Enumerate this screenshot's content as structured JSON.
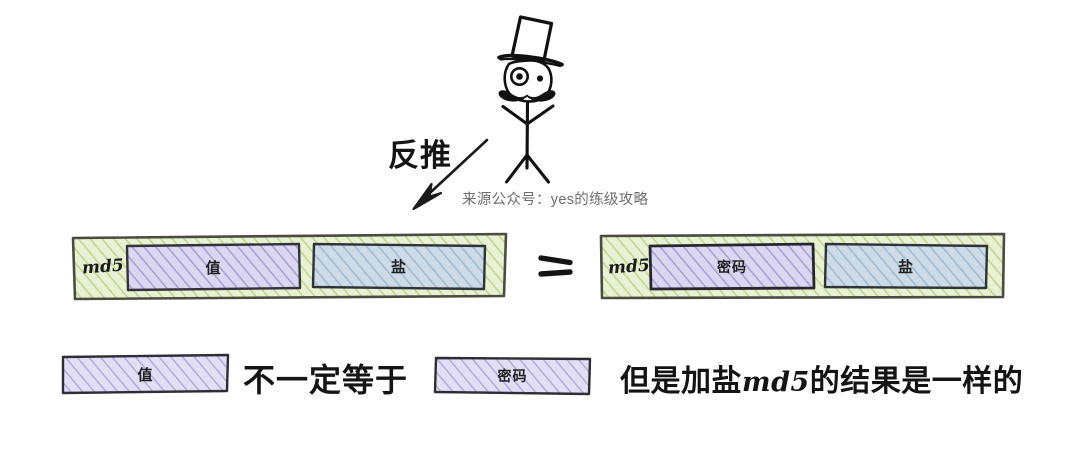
{
  "diagram": {
    "title_text": "反推",
    "source_attribution": "来源公众号：yes的练级攻略",
    "character": {
      "name": "top-hat-stick-figure",
      "accessories": [
        "top-hat",
        "monocle",
        "mustache"
      ]
    },
    "equation_row": {
      "operator": "=",
      "left_group": {
        "hash_label": "md5",
        "segments": [
          {
            "label": "值",
            "kind": "value"
          },
          {
            "label": "盐",
            "kind": "salt"
          }
        ]
      },
      "right_group": {
        "hash_label": "md5",
        "segments": [
          {
            "label": "密码",
            "kind": "password"
          },
          {
            "label": "盐",
            "kind": "salt"
          }
        ]
      }
    },
    "bottom_row": {
      "left_box_label": "值",
      "relation_text": "不一定等于",
      "right_box_label": "密码",
      "conclusion_prefix": "但是加盐",
      "conclusion_md5": "md5",
      "conclusion_suffix": "的结果是一样的"
    },
    "colors": {
      "background": "#ffffff",
      "green_fill": "#e5efcf",
      "green_hatch": "#c3d89a",
      "green_stroke": "#4b4b42",
      "purple_fill": "#d8d3ef",
      "purple_hatch": "#a79ed4",
      "purple_stroke": "#33333c",
      "blue_fill": "#c8d8e4",
      "blue_hatch": "#9fb9cd",
      "blue_stroke": "#2e3338",
      "ink": "#141414",
      "muted_text": "#6d6d6d"
    }
  }
}
